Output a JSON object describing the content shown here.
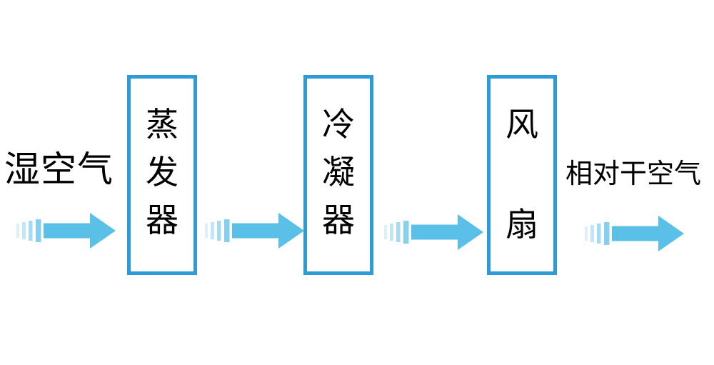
{
  "colors": {
    "background": "#FFFFFF",
    "arrow_fill": "#5BC0E8",
    "box_border": "#2E9BD9",
    "text": "#000000"
  },
  "diagram": {
    "input_label": "湿空气",
    "output_label": "相对干空气",
    "boxes": [
      {
        "id": "evaporator",
        "label": "蒸发器",
        "chars": [
          "蒸",
          "发",
          "器"
        ]
      },
      {
        "id": "condenser",
        "label": "冷凝器",
        "chars": [
          "冷",
          "凝",
          "器"
        ]
      },
      {
        "id": "fan",
        "label": "风扇",
        "chars": [
          "风",
          "扇"
        ]
      }
    ],
    "arrow_icon": "striped-right-arrow",
    "arrow_count": 4
  }
}
